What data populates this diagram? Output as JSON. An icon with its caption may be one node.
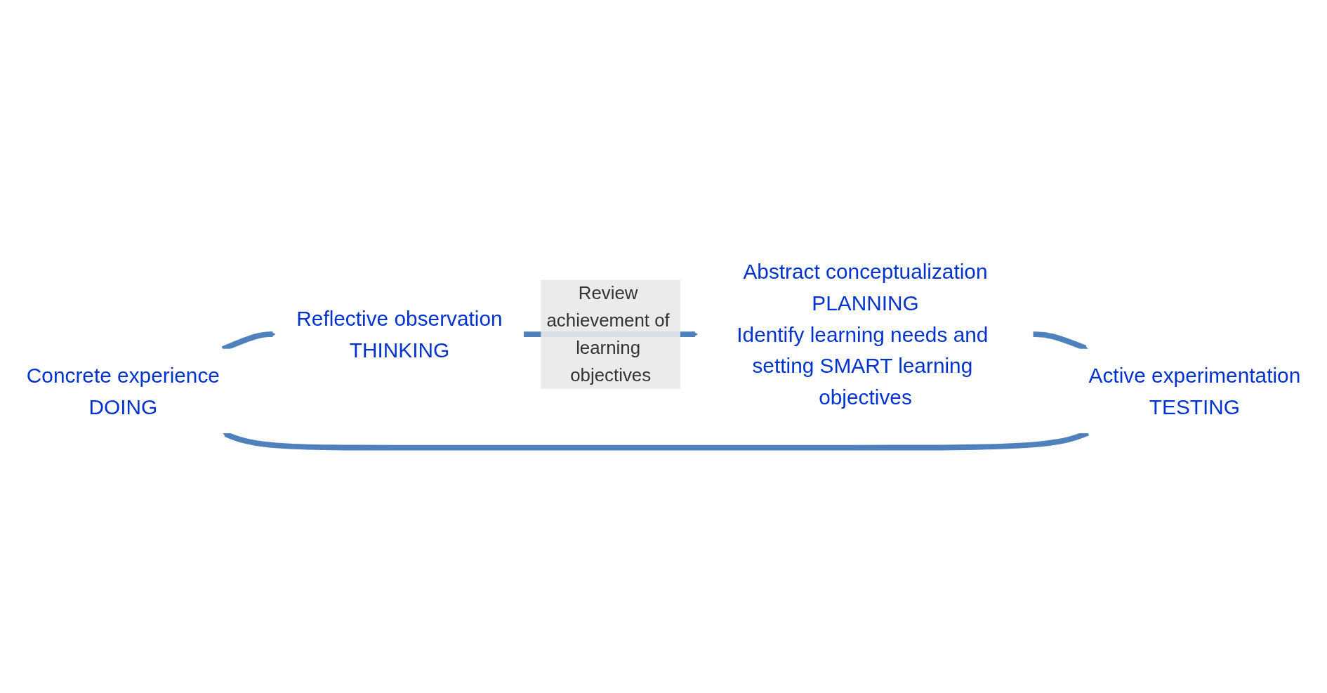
{
  "diagram": {
    "nodes": [
      {
        "text": [
          "Concrete experience",
          "DOING"
        ]
      },
      {
        "text": [
          "Reflective observation",
          "THINKING"
        ]
      },
      {
        "text": [
          "Abstract conceptualization",
          "PLANNING",
          "Identify learning needs and setting SMART learning objectives"
        ]
      },
      {
        "text": [
          "Active experimentation",
          "TESTING"
        ]
      }
    ],
    "edges": [
      {
        "from": 0,
        "to": 1,
        "arrow": "to"
      },
      {
        "from": 1,
        "to": 2,
        "arrow": "to",
        "label": "Review achievement of learning objectives"
      },
      {
        "from": 2,
        "to": 3,
        "arrow": "to"
      },
      {
        "from": 3,
        "to": 0,
        "arrow": "to"
      }
    ]
  }
}
